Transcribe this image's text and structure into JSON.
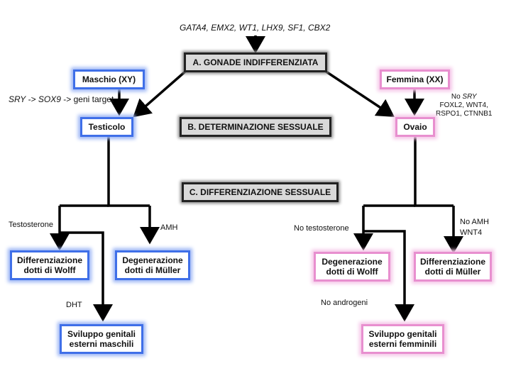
{
  "top_genes": "GATA4, EMX2, WT1, LHX9, SF1, CBX2",
  "stages": {
    "a": "A. GONADE INDIFFERENZIATA",
    "b": "B. DETERMINAZIONE SESSUALE",
    "c": "C. DIFFERENZIAZIONE SESSUALE"
  },
  "male": {
    "sex": "Maschio (XY)",
    "pathway": {
      "sry": "SRY",
      "arrow1": " -> ",
      "sox9": "SOX9",
      "rest": " -> geni target"
    },
    "gonad": "Testicolo",
    "label_testosterone": "Testosterone",
    "label_amh": "AMH",
    "label_dht": "DHT",
    "wolff": [
      "Differenziazione",
      "dotti di Wolff"
    ],
    "muller": [
      "Degenerazione",
      "dotti di Müller"
    ],
    "genitals": [
      "Sviluppo genitali",
      "esterni maschili"
    ]
  },
  "female": {
    "sex": "Femmina (XX)",
    "pathway": {
      "no": "No ",
      "sry": "SRY",
      "line2": "FOXL2, WNT4,",
      "line3": "RSPO1, CTNNB1"
    },
    "gonad": "Ovaio",
    "label_no_testosterone": "No testosterone",
    "label_no_amh": "No AMH",
    "label_wnt4": "WNT4",
    "label_no_androgens": "No androgeni",
    "wolff": [
      "Degenerazione",
      "dotti di Wolff"
    ],
    "muller": [
      "Differenziazione",
      "dotti di Müller"
    ],
    "genitals": [
      "Sviluppo genitali",
      "esterni femminili"
    ]
  },
  "colors": {
    "male": "#3f6fe8",
    "female": "#e88fcf",
    "stage_box": "#d9d9d9",
    "arrow": "#000000"
  }
}
